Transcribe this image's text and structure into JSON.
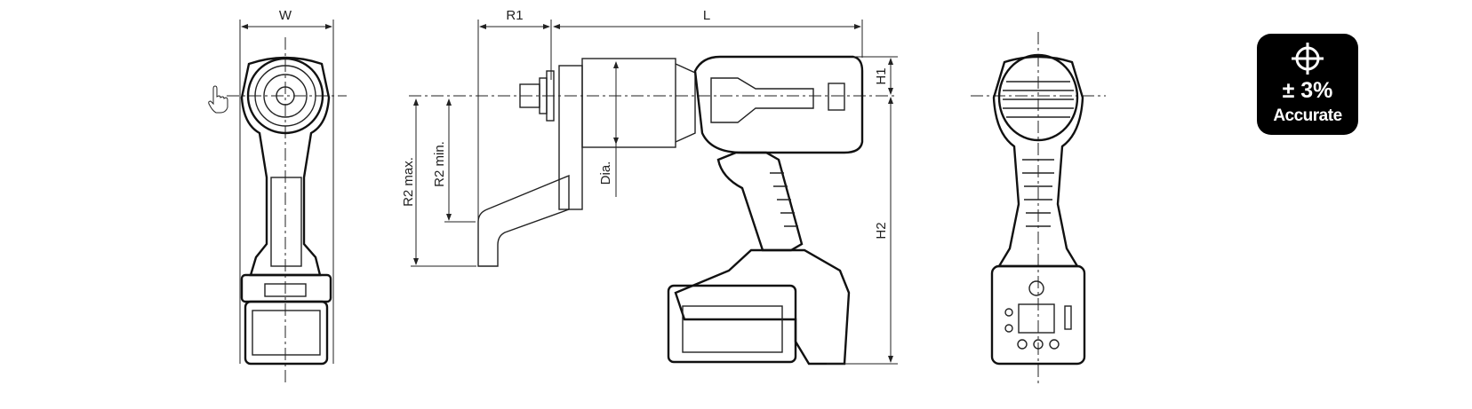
{
  "dimensions": {
    "width": "W",
    "r1": "R1",
    "length": "L",
    "h1": "H1",
    "h2": "H2",
    "r2_max": "R2 max.",
    "r2_min": "R2 min.",
    "diameter": "Dia."
  },
  "badge": {
    "icon": "crosshair-icon",
    "accuracy": "± 3%",
    "label": "Accurate"
  },
  "cursor": {
    "icon": "hand-pointer-icon"
  }
}
